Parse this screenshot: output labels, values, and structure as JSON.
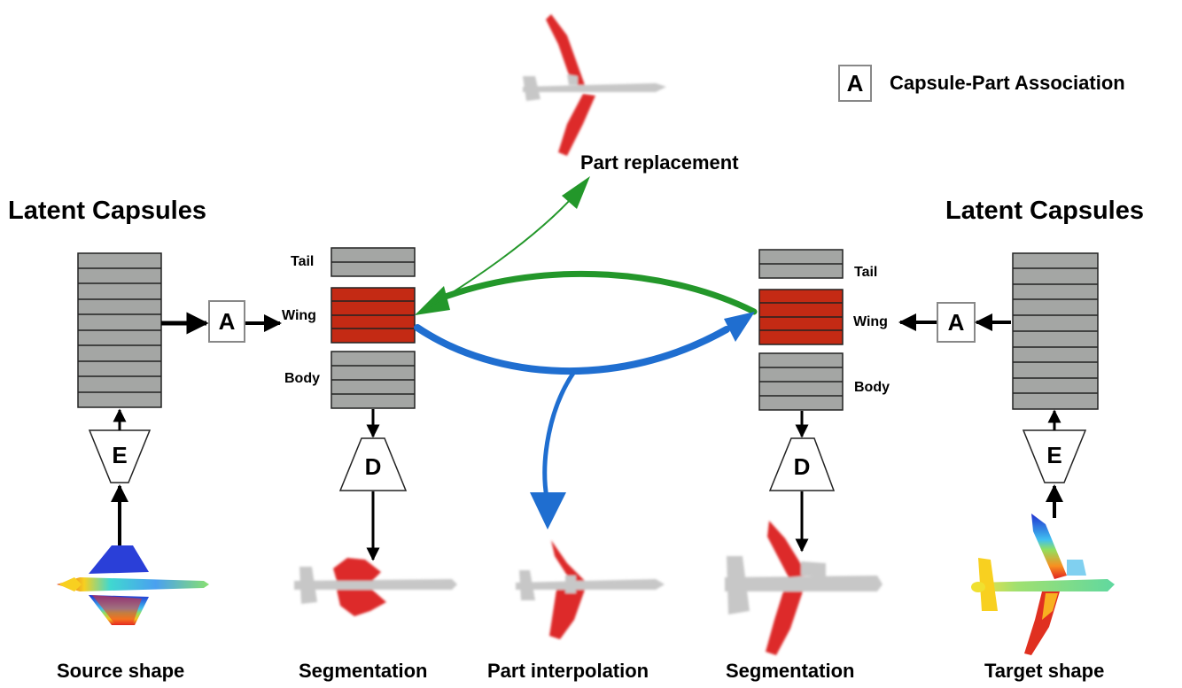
{
  "legend": {
    "box_letter": "A",
    "text": "Capsule-Part Association"
  },
  "top_label": "Part replacement",
  "left_title": "Latent Capsules",
  "right_title": "Latent Capsules",
  "part_labels": {
    "tail": "Tail",
    "wing": "Wing",
    "body": "Body"
  },
  "blocks": {
    "assoc": "A",
    "encoder": "E",
    "decoder": "D"
  },
  "bottom_labels": [
    "Source shape",
    "Segmentation",
    "Part interpolation",
    "Segmentation",
    "Target shape"
  ],
  "colors": {
    "capsule_gray": "#a4a6a4",
    "part_red": "#c42a14",
    "replacement_arrow": "#23972a",
    "interpolation_arrow": "#1f6ed0",
    "seg_gray": "#c7c7c7",
    "seg_red": "#dd2a2a"
  }
}
